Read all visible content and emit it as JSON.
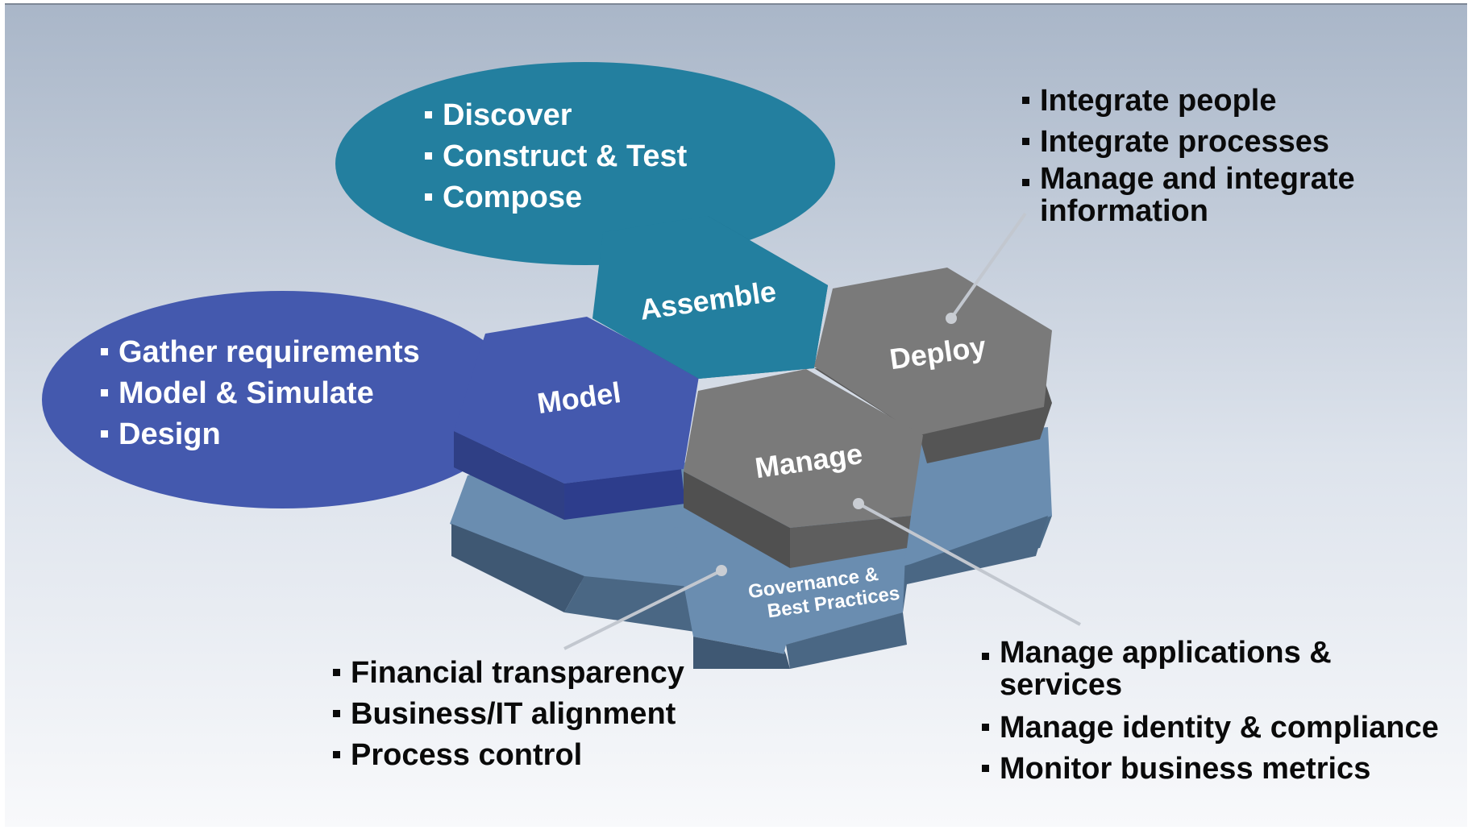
{
  "hexagons": {
    "assemble": "Assemble",
    "model": "Model",
    "deploy": "Deploy",
    "manage": "Manage",
    "governance_line1": "Governance &",
    "governance_line2": "Best Practices"
  },
  "assemble_bullets": [
    "Discover",
    "Construct & Test",
    "Compose"
  ],
  "model_bullets": [
    "Gather requirements",
    "Model & Simulate",
    "Design"
  ],
  "deploy_bullets": [
    "Integrate people",
    "Integrate processes",
    "Manage and integrate information"
  ],
  "governance_bullets": [
    "Financial transparency",
    "Business/IT alignment",
    "Process control"
  ],
  "manage_bullets": [
    "Manage applications & services",
    "Manage identity & compliance",
    "Monitor business metrics"
  ],
  "colors": {
    "assemble": "#237f9f",
    "model": "#4459ae",
    "deploy_manage": "#7a7a7a",
    "governance": "#6b8fb1",
    "background_top": "#a9b6c8",
    "background_bottom": "#f8f9fb"
  }
}
